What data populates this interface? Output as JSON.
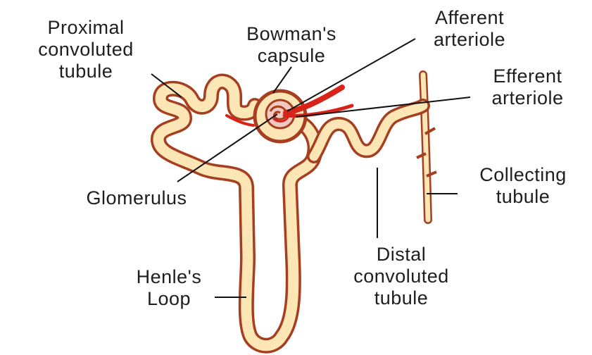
{
  "labels": {
    "proximal": {
      "line1": "Proximal",
      "line2": "convoluted",
      "line3": "tubule"
    },
    "bowman": {
      "line1": "Bowman's",
      "line2": "capsule"
    },
    "afferent": {
      "line1": "Afferent",
      "line2": "arteriole"
    },
    "efferent": {
      "line1": "Efferent",
      "line2": "arteriole"
    },
    "glomerulus": {
      "line1": "Glomerulus"
    },
    "collecting": {
      "line1": "Collecting",
      "line2": "tubule"
    },
    "distal": {
      "line1": "Distal",
      "line2": "convoluted",
      "line3": "tubule"
    },
    "henle": {
      "line1": "Henle's",
      "line2": "Loop"
    }
  },
  "colors": {
    "tubule_fill": "#fce6b5",
    "tubule_outline": "#a63e1f",
    "artery": "#d8231b",
    "leader_line": "#111111",
    "text": "#1e1e1e"
  }
}
